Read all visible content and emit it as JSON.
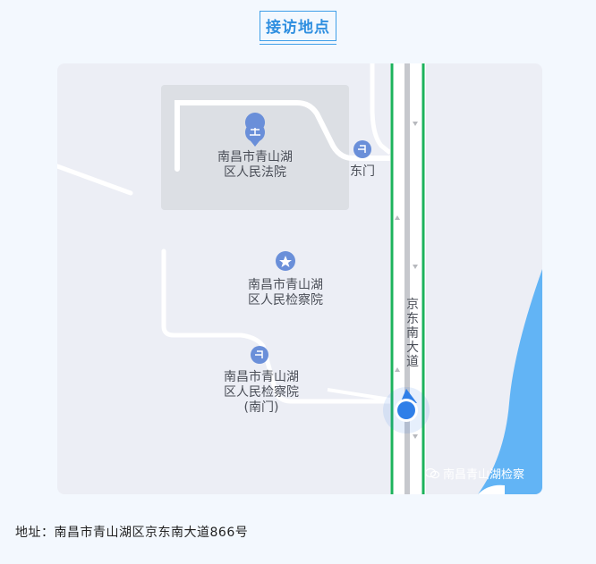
{
  "header": {
    "title": "接访地点"
  },
  "map": {
    "pois": {
      "court": {
        "name_line1": "南昌市青山湖",
        "name_line2": "区人民法院"
      },
      "court_gate": {
        "name": "东门"
      },
      "procuratorate": {
        "name_line1": "南昌市青山湖",
        "name_line2": "区人民检察院"
      },
      "south_gate": {
        "name_line1": "南昌市青山湖",
        "name_line2": "区人民检察院",
        "name_line3": "(南门)"
      }
    },
    "road": {
      "name_chars": [
        "京",
        "东",
        "南",
        "大",
        "道"
      ]
    },
    "watermark": "南昌青山湖检察",
    "colors": {
      "water": "#62b4f5",
      "road_border": "#1db35c",
      "marker": "#2f7fe8",
      "poi": "#6a8fd9"
    }
  },
  "footer": {
    "address": "地址：南昌市青山湖区京东南大道866号"
  }
}
